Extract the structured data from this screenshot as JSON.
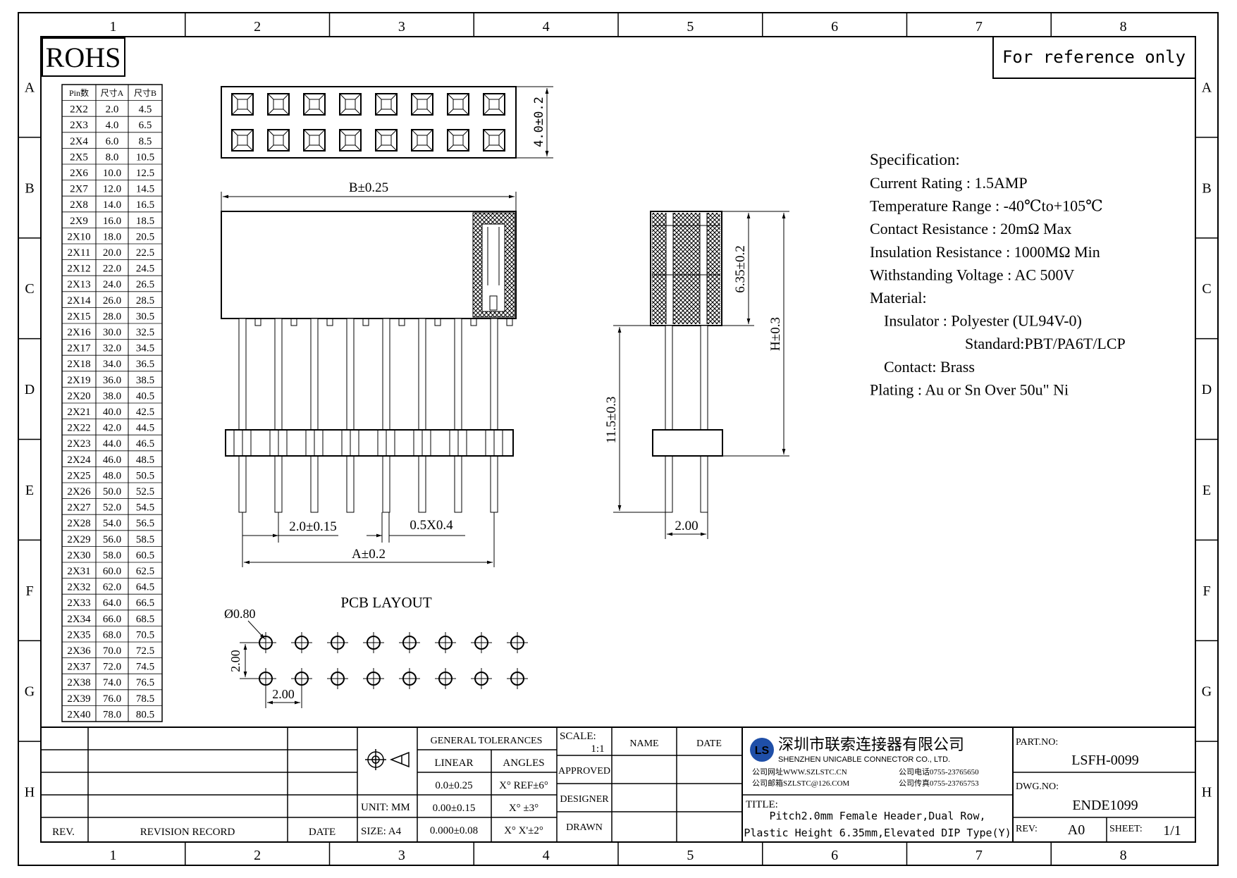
{
  "frame": {
    "columns": [
      "1",
      "2",
      "3",
      "4",
      "5",
      "6",
      "7",
      "8"
    ],
    "rows": [
      "A",
      "B",
      "C",
      "D",
      "E",
      "F",
      "G",
      "H"
    ]
  },
  "rohs": "ROHS",
  "reference_note": "For reference only",
  "pin_table": {
    "headers": [
      "Pin数",
      "尺寸A",
      "尺寸B"
    ],
    "rows": [
      [
        "2X2",
        "2.0",
        "4.5"
      ],
      [
        "2X3",
        "4.0",
        "6.5"
      ],
      [
        "2X4",
        "6.0",
        "8.5"
      ],
      [
        "2X5",
        "8.0",
        "10.5"
      ],
      [
        "2X6",
        "10.0",
        "12.5"
      ],
      [
        "2X7",
        "12.0",
        "14.5"
      ],
      [
        "2X8",
        "14.0",
        "16.5"
      ],
      [
        "2X9",
        "16.0",
        "18.5"
      ],
      [
        "2X10",
        "18.0",
        "20.5"
      ],
      [
        "2X11",
        "20.0",
        "22.5"
      ],
      [
        "2X12",
        "22.0",
        "24.5"
      ],
      [
        "2X13",
        "24.0",
        "26.5"
      ],
      [
        "2X14",
        "26.0",
        "28.5"
      ],
      [
        "2X15",
        "28.0",
        "30.5"
      ],
      [
        "2X16",
        "30.0",
        "32.5"
      ],
      [
        "2X17",
        "32.0",
        "34.5"
      ],
      [
        "2X18",
        "34.0",
        "36.5"
      ],
      [
        "2X19",
        "36.0",
        "38.5"
      ],
      [
        "2X20",
        "38.0",
        "40.5"
      ],
      [
        "2X21",
        "40.0",
        "42.5"
      ],
      [
        "2X22",
        "42.0",
        "44.5"
      ],
      [
        "2X23",
        "44.0",
        "46.5"
      ],
      [
        "2X24",
        "46.0",
        "48.5"
      ],
      [
        "2X25",
        "48.0",
        "50.5"
      ],
      [
        "2X26",
        "50.0",
        "52.5"
      ],
      [
        "2X27",
        "52.0",
        "54.5"
      ],
      [
        "2X28",
        "54.0",
        "56.5"
      ],
      [
        "2X29",
        "56.0",
        "58.5"
      ],
      [
        "2X30",
        "58.0",
        "60.5"
      ],
      [
        "2X31",
        "60.0",
        "62.5"
      ],
      [
        "2X32",
        "62.0",
        "64.5"
      ],
      [
        "2X33",
        "64.0",
        "66.5"
      ],
      [
        "2X34",
        "66.0",
        "68.5"
      ],
      [
        "2X35",
        "68.0",
        "70.5"
      ],
      [
        "2X36",
        "70.0",
        "72.5"
      ],
      [
        "2X37",
        "72.0",
        "74.5"
      ],
      [
        "2X38",
        "74.0",
        "76.5"
      ],
      [
        "2X39",
        "76.0",
        "78.5"
      ],
      [
        "2X40",
        "78.0",
        "80.5"
      ]
    ]
  },
  "dims": {
    "top_height": "4.0±0.2",
    "b": "B±0.25",
    "pitch": "2.0±0.15",
    "pin_size": "0.5X0.4",
    "a": "A±0.2",
    "side_body": "6.35±0.2",
    "side_h": "H±0.3",
    "side_tail": "11.5±0.3",
    "side_pitch": "2.00"
  },
  "pcb": {
    "title": "PCB LAYOUT",
    "hole": "Ø0.80",
    "pitch_v": "2.00",
    "pitch_h": "2.00"
  },
  "spec": {
    "title": "Specification:",
    "lines": [
      "Current Rating : 1.5AMP",
      "Temperature Range : -40℃to+105℃",
      "Contact Resistance : 20mΩ Max",
      "Insulation Resistance : 1000MΩ Min",
      "Withstanding Voltage : AC 500V",
      "Material:",
      "Insulator : Polyester (UL94V-0)",
      "Standard:PBT/PA6T/LCP",
      "Contact: Brass",
      "Plating : Au or Sn Over 50u\" Ni"
    ]
  },
  "title_block": {
    "rev_label": "REV.",
    "revision_record": "REVISION RECORD",
    "date_label": "DATE",
    "unit": "UNIT: MM",
    "size": "SIZE: A4",
    "general_tolerances": "GENERAL TOLERANCES",
    "linear": "LINEAR",
    "angles": "ANGLES",
    "tol_rows": [
      [
        "0.0±0.25",
        "X° REF±6°"
      ],
      [
        "0.00±0.15",
        "X° ±3°"
      ],
      [
        "0.000±0.08",
        "X° X'±2°"
      ]
    ],
    "scale_label": "SCALE:",
    "scale_value": "1:1",
    "name_label": "NAME",
    "date_col": "DATE",
    "approved": "APPROVED",
    "designer": "DESIGNER",
    "drawn": "DRAWN",
    "company_logo": "LS",
    "company_cn": "深圳市联索连接器有限公司",
    "company_en": "SHENZHEN UNICABLE CONNECTOR CO., LTD.",
    "web": "公司网址WWW.SZLSTC.CN",
    "email": "公司邮箱SZLSTC@126.COM",
    "phone": "公司电话0755-23765650",
    "fax": "公司传真0755-23765753",
    "title_label": "TITLE:",
    "title_line1": "Pitch2.0mm Female Header,Dual Row,",
    "title_line2": "Plastic Height 6.35mm,Elevated DIP Type(Y)",
    "part_no_label": "PART.NO:",
    "part_no": "LSFH-0099",
    "dwg_no_label": "DWG.NO:",
    "dwg_no": "ENDE1099",
    "rev_value_label": "REV:",
    "rev_value": "A0",
    "sheet_label": "SHEET:",
    "sheet_value": "1/1"
  }
}
